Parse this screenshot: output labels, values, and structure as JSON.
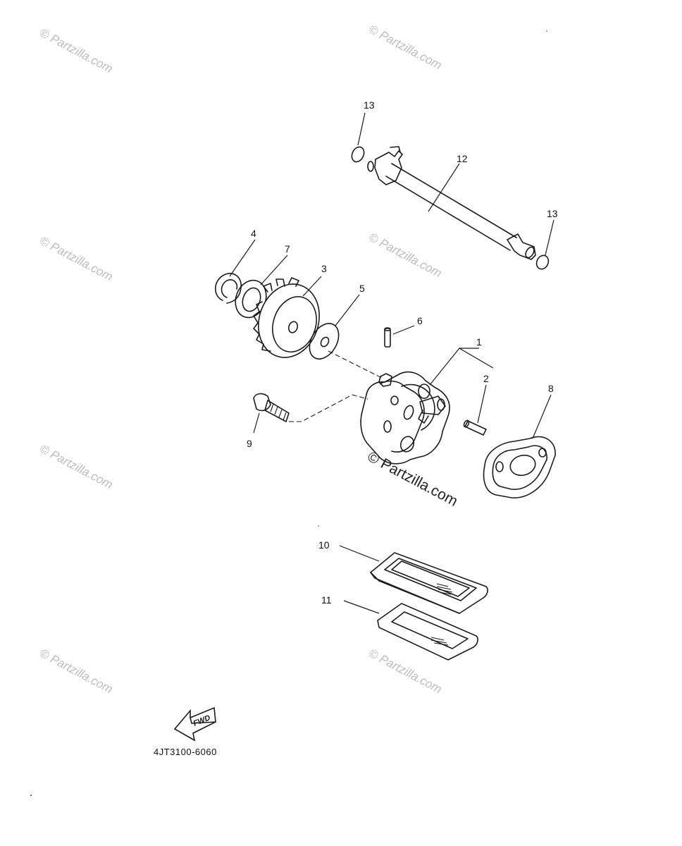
{
  "watermarks": {
    "repeat": "© Partzilla.com",
    "main": "© Partzilla.com"
  },
  "callouts": [
    {
      "id": "c1",
      "text": "1"
    },
    {
      "id": "c2",
      "text": "2"
    },
    {
      "id": "c3",
      "text": "3"
    },
    {
      "id": "c4",
      "text": "4"
    },
    {
      "id": "c5",
      "text": "5"
    },
    {
      "id": "c6",
      "text": "6"
    },
    {
      "id": "c7",
      "text": "7"
    },
    {
      "id": "c8",
      "text": "8"
    },
    {
      "id": "c9",
      "text": "9"
    },
    {
      "id": "c10",
      "text": "10"
    },
    {
      "id": "c11",
      "text": "11"
    },
    {
      "id": "c12",
      "text": "12"
    },
    {
      "id": "c13a",
      "text": "13"
    },
    {
      "id": "c13b",
      "text": "13"
    }
  ],
  "fwd_label": "FWD",
  "diagram_code": "4JT3100-6060",
  "icons": {
    "direction": "fwd-arrow-icon",
    "copyright": "copyright-icon"
  },
  "colors": {
    "ink": "#1b1b1b",
    "watermark": "#bdbdbd",
    "background": "#ffffff"
  }
}
